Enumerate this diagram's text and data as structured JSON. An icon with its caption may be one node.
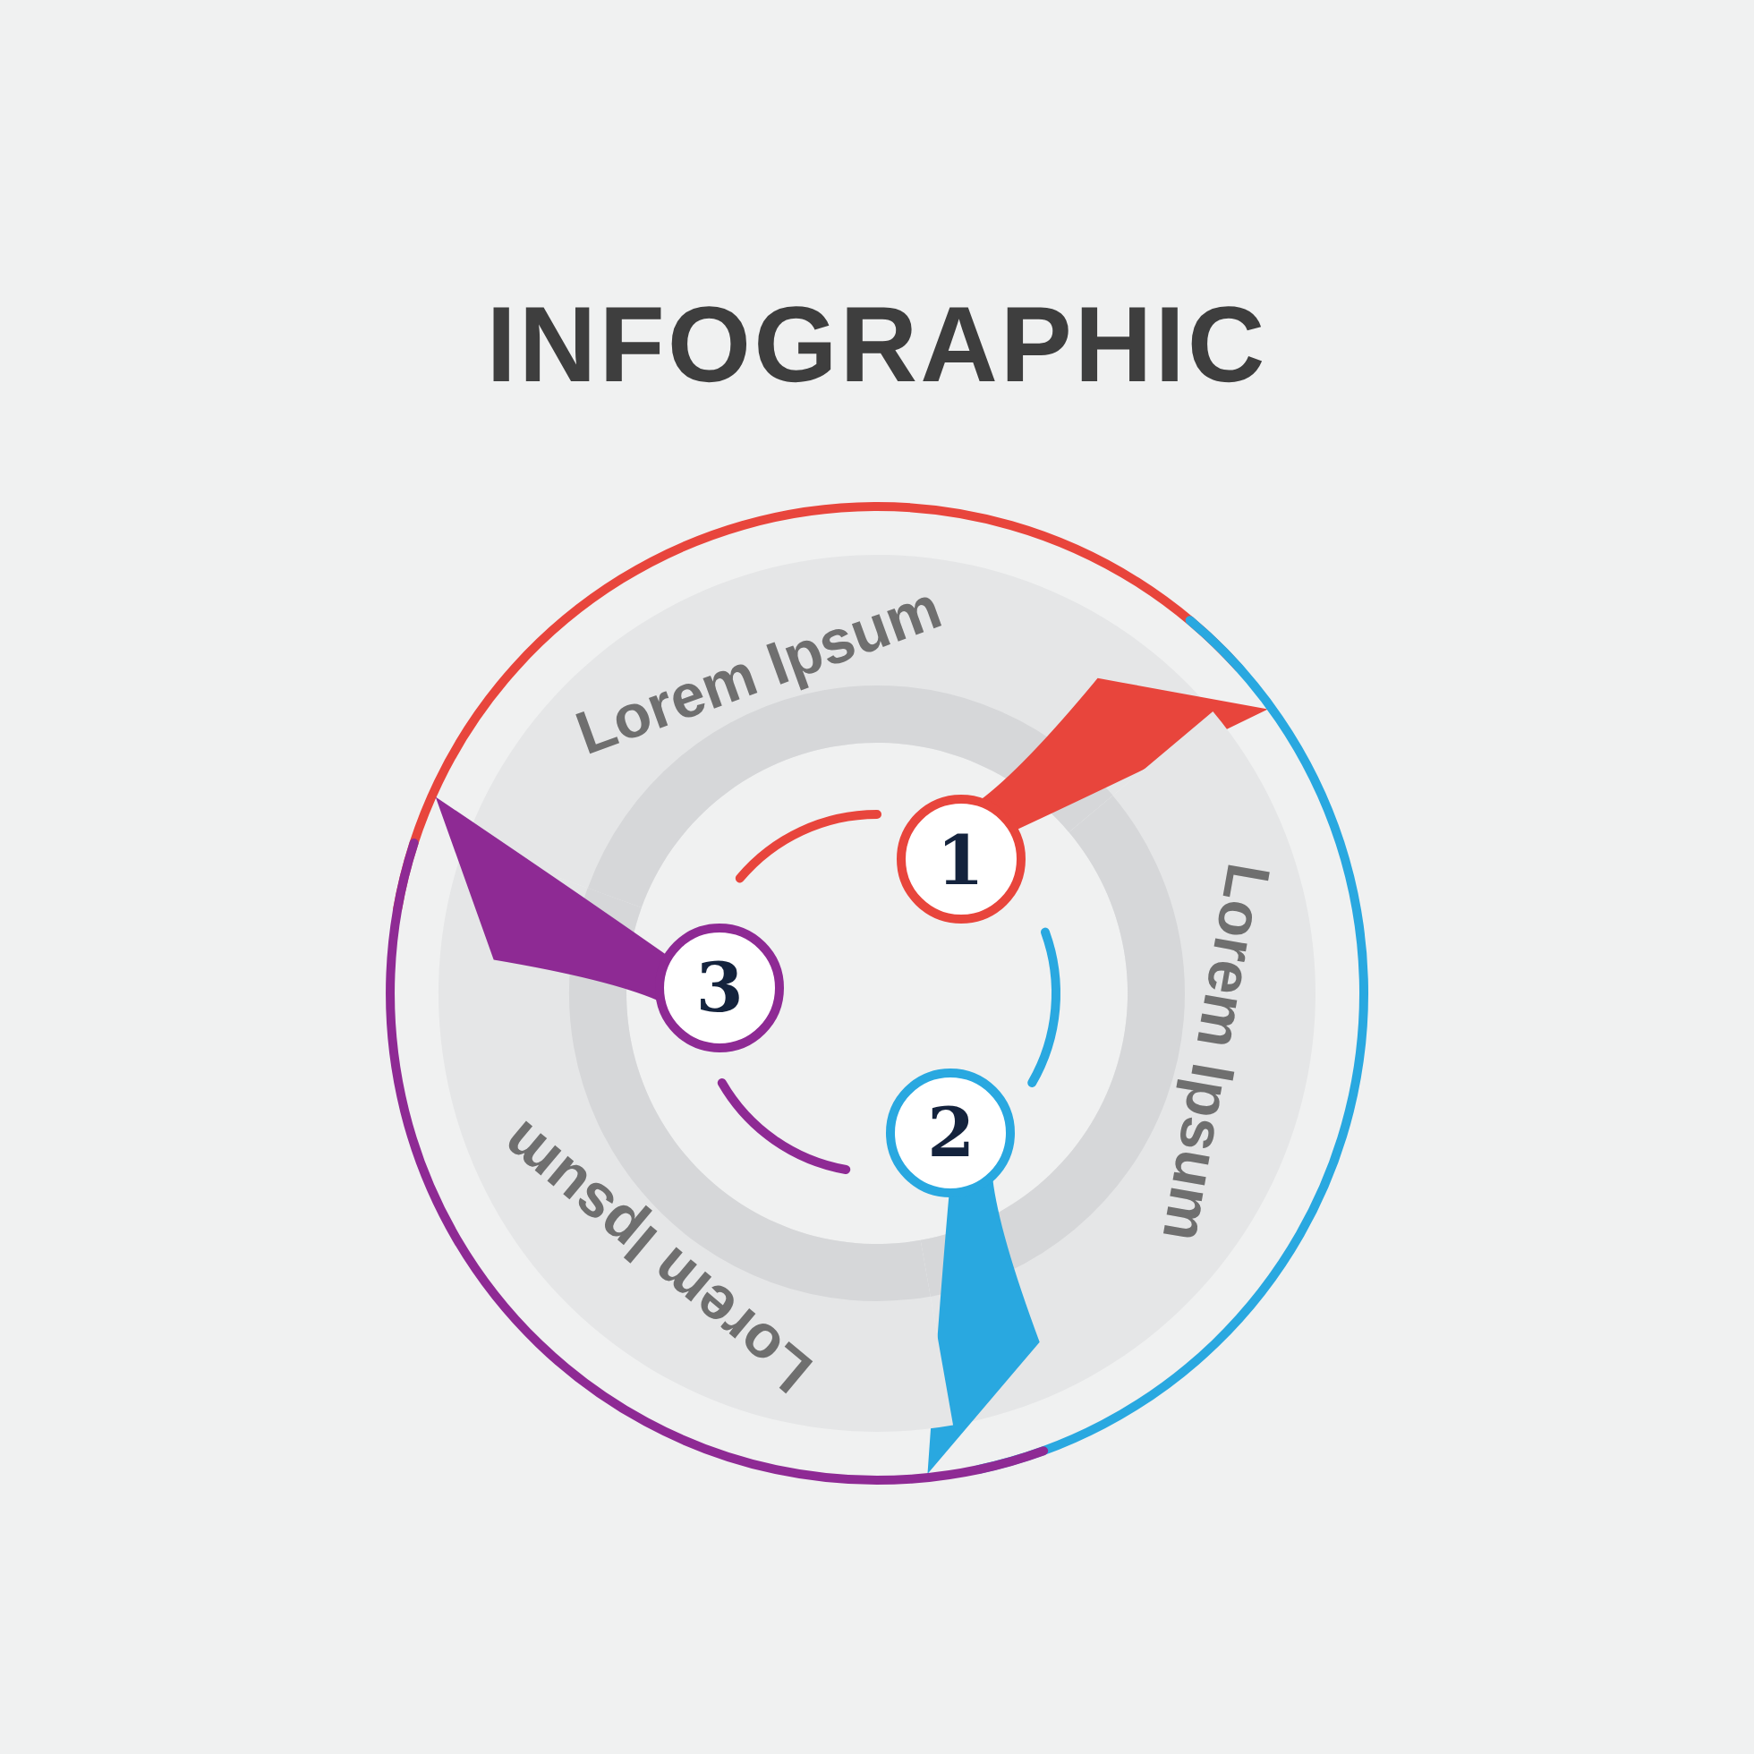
{
  "diagram": {
    "title": "INFOGRAPHIC",
    "nodes": [
      {
        "text": [
          "Lorem Ipsum"
        ]
      },
      {
        "text": [
          "1"
        ]
      },
      {
        "text": [
          "Lorem Ipsum"
        ]
      },
      {
        "text": [
          "2"
        ]
      },
      {
        "text": [
          "Lorem Ipsum"
        ]
      },
      {
        "text": [
          "3"
        ]
      }
    ]
  }
}
